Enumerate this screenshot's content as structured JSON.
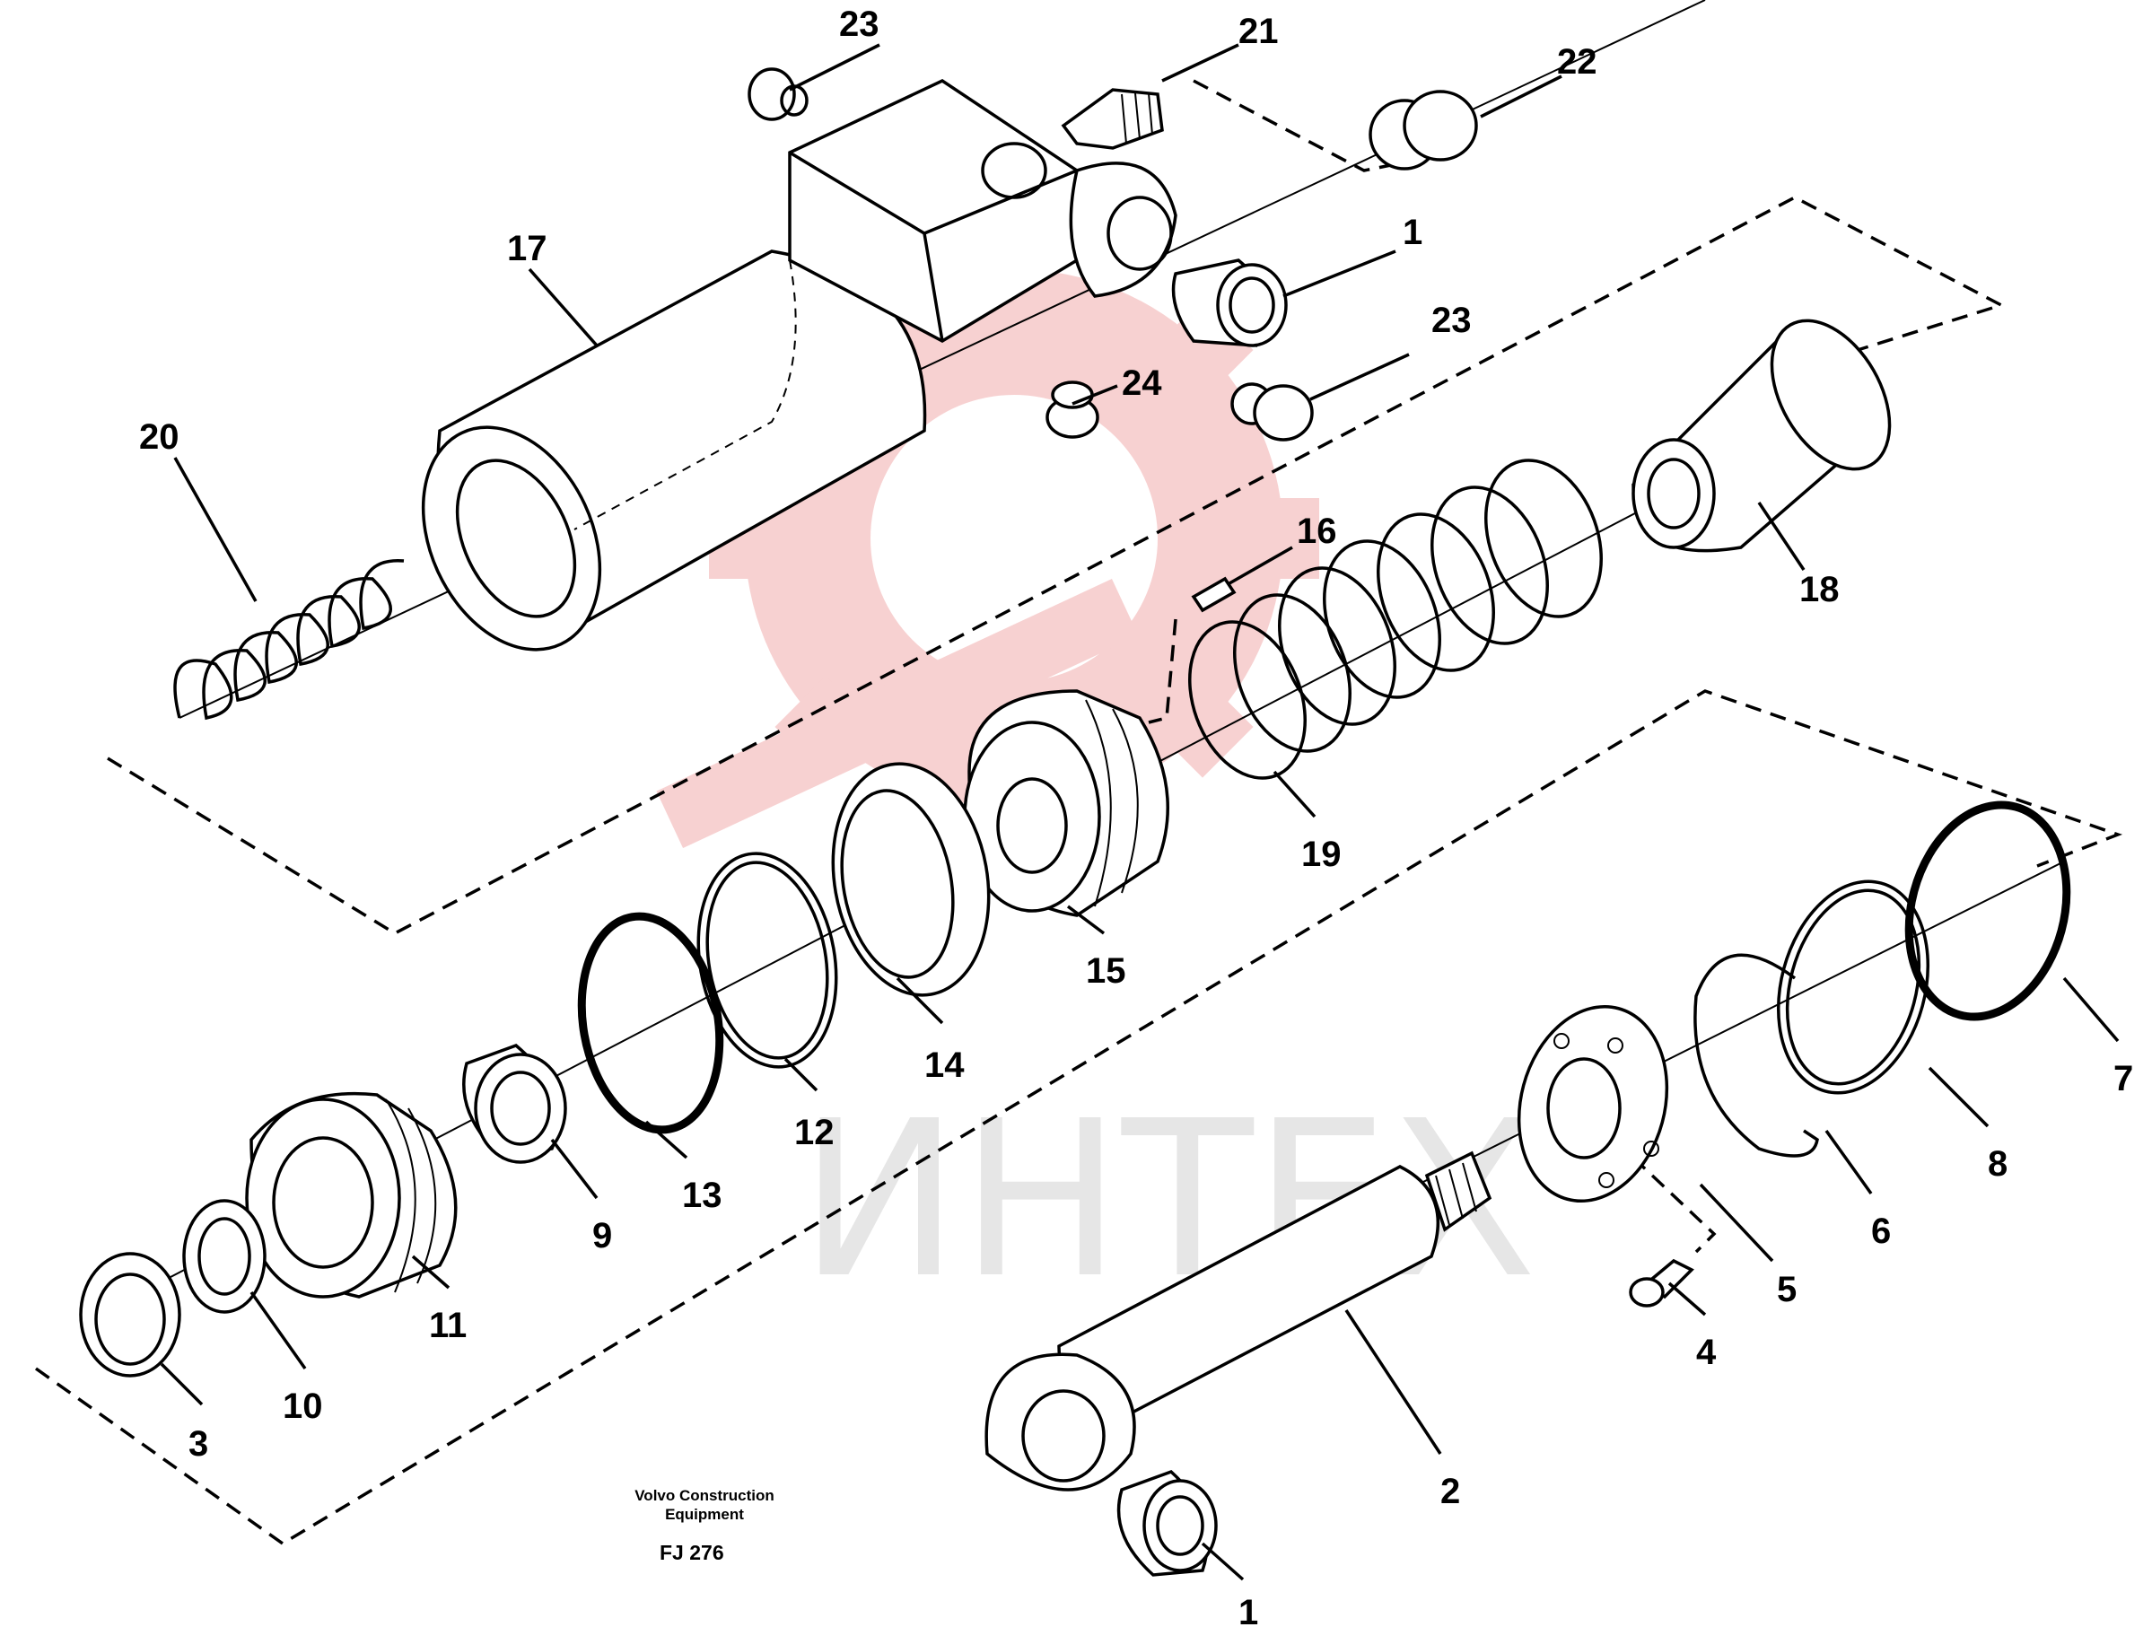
{
  "drawing": {
    "manufacturer_caption": [
      "Volvo Construction",
      "Equipment"
    ],
    "figure_code": "FJ 276",
    "watermark_text": "ИНТЕХ"
  },
  "part_labels": [
    {
      "id": "23a",
      "text": "23"
    },
    {
      "id": "21",
      "text": "21"
    },
    {
      "id": "22",
      "text": "22"
    },
    {
      "id": "17",
      "text": "17"
    },
    {
      "id": "1a",
      "text": "1"
    },
    {
      "id": "23b",
      "text": "23"
    },
    {
      "id": "24",
      "text": "24"
    },
    {
      "id": "20",
      "text": "20"
    },
    {
      "id": "16",
      "text": "16"
    },
    {
      "id": "18",
      "text": "18"
    },
    {
      "id": "19",
      "text": "19"
    },
    {
      "id": "15",
      "text": "15"
    },
    {
      "id": "14",
      "text": "14"
    },
    {
      "id": "12",
      "text": "12"
    },
    {
      "id": "13",
      "text": "13"
    },
    {
      "id": "9",
      "text": "9"
    },
    {
      "id": "11",
      "text": "11"
    },
    {
      "id": "10",
      "text": "10"
    },
    {
      "id": "3",
      "text": "3"
    },
    {
      "id": "7",
      "text": "7"
    },
    {
      "id": "8",
      "text": "8"
    },
    {
      "id": "6",
      "text": "6"
    },
    {
      "id": "5",
      "text": "5"
    },
    {
      "id": "4",
      "text": "4"
    },
    {
      "id": "2",
      "text": "2"
    },
    {
      "id": "1b",
      "text": "1"
    }
  ],
  "colors": {
    "line": "#000000",
    "watermark_gear": "#f6c9c9",
    "watermark_text": "#e6e6e6",
    "background": "#ffffff"
  }
}
